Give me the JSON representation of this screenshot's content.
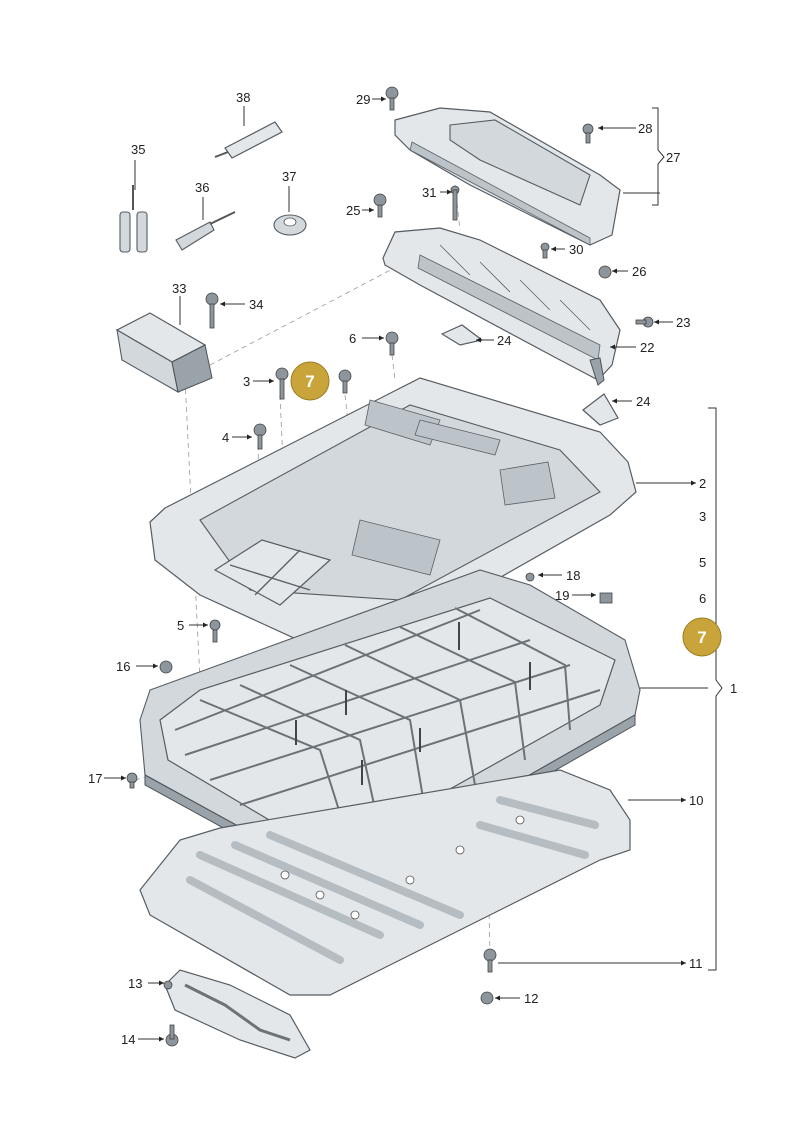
{
  "labels": {
    "l1": "1",
    "l2": "2",
    "l3a": "3",
    "l3b": "3",
    "l4": "4",
    "l5a": "5",
    "l5b": "5",
    "l6a": "6",
    "l6b": "6",
    "l10": "10",
    "l11": "11",
    "l12": "12",
    "l13": "13",
    "l14": "14",
    "l16": "16",
    "l17": "17",
    "l18": "18",
    "l19": "19",
    "l22": "22",
    "l23": "23",
    "l24a": "24",
    "l24b": "24",
    "l25": "25",
    "l26": "26",
    "l27": "27",
    "l28": "28",
    "l29": "29",
    "l30": "30",
    "l31": "31",
    "l33": "33",
    "l34": "34",
    "l35": "35",
    "l36": "36",
    "l37": "37",
    "l38": "38"
  },
  "badges": {
    "b1": "7",
    "b2": "7"
  },
  "colors": {
    "badge": "#c9a43a",
    "line": "#333333",
    "part": "#e3e7ea"
  }
}
